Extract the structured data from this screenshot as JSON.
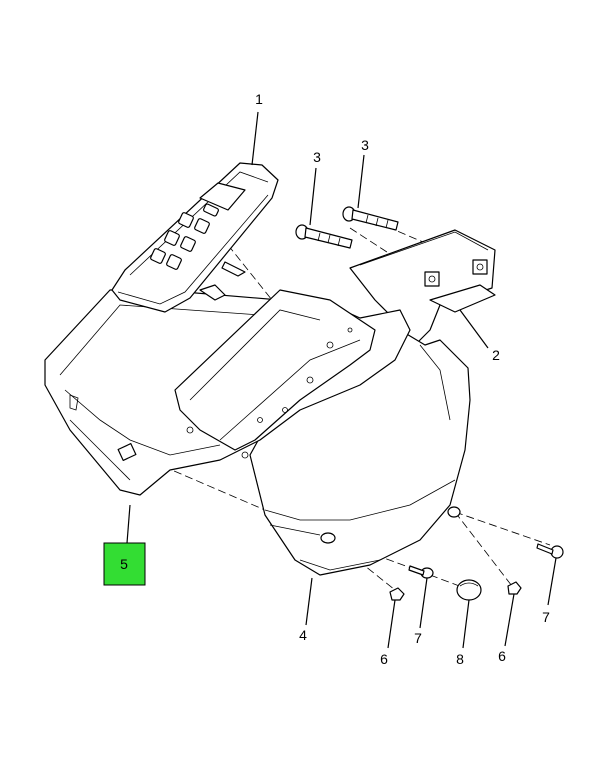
{
  "highlight_color": "#33dd33",
  "callouts": {
    "c1": "1",
    "c2": "2",
    "c3a": "3",
    "c3b": "3",
    "c4": "4",
    "c5": "5",
    "c6a": "6",
    "c6b": "6",
    "c7a": "7",
    "c7b": "7",
    "c8": "8"
  }
}
